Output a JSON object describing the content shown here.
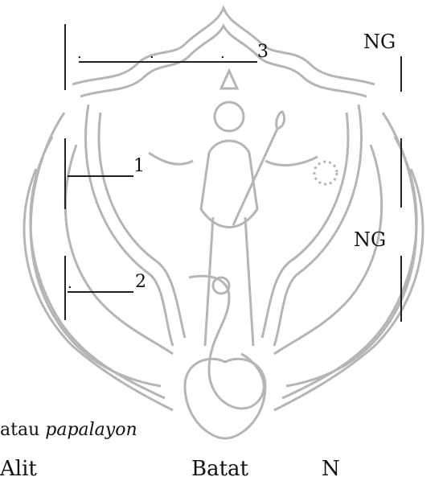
{
  "labels": {
    "top_number": "3",
    "upper_left_number": "1",
    "lower_left_number": "2",
    "right_top": "NG",
    "right_middle": "NG"
  },
  "dots": {
    "top_row": "."
  },
  "caption": {
    "prefix": "atau",
    "italic": "papalayon"
  },
  "bottom_row": {
    "left": "Alit",
    "middle": "Batat",
    "right": "N"
  },
  "watermark": {
    "icon": "saraswati-swan-emblem-icon",
    "stroke_color": "#b5b5b5"
  }
}
